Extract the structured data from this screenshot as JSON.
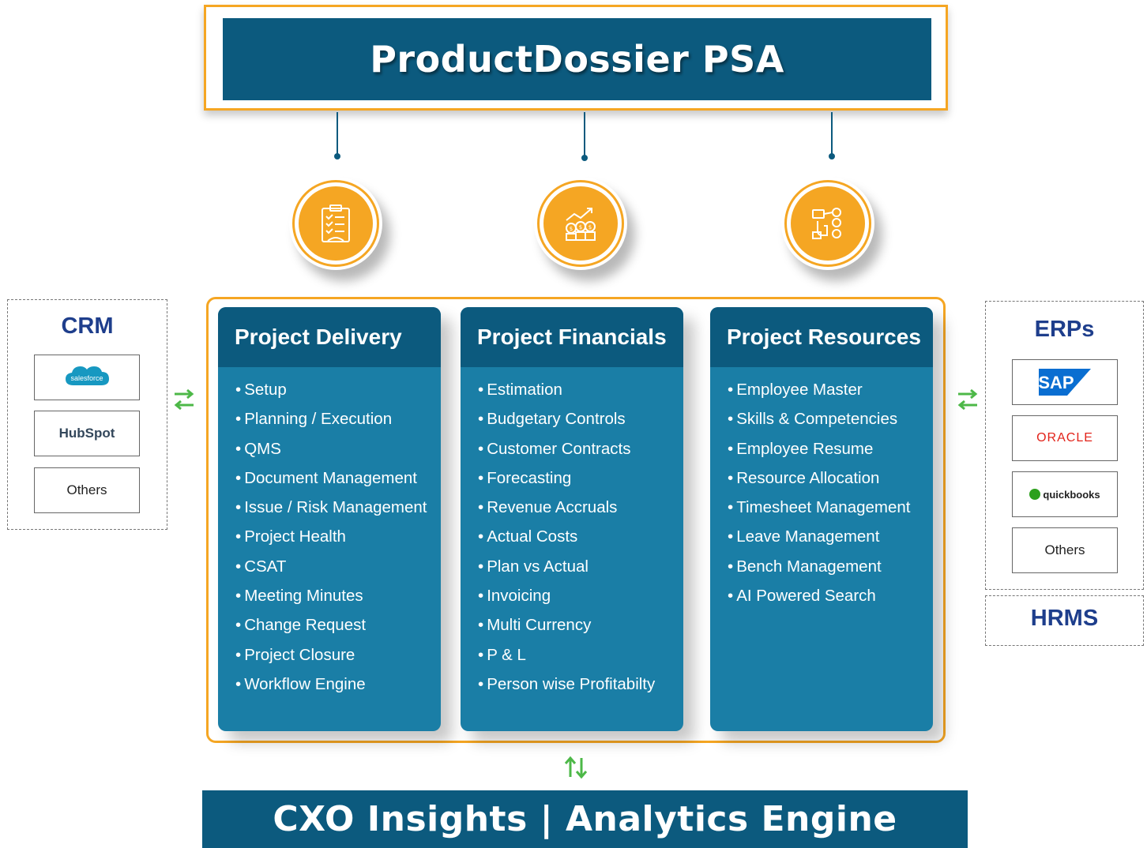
{
  "title": "ProductDossier PSA",
  "modules": [
    {
      "title": "Project Delivery",
      "icon": "checklist-icon",
      "items": [
        "Setup",
        "Planning / Execution",
        "QMS",
        "Document Management",
        "Issue / Risk Management",
        "Project Health",
        "CSAT",
        "Meeting Minutes",
        "Change Request",
        "Project Closure",
        "Workflow Engine"
      ]
    },
    {
      "title": "Project Financials",
      "icon": "financial-growth-icon",
      "items": [
        "Estimation",
        "Budgetary Controls",
        "Customer Contracts",
        "Forecasting",
        "Revenue Accruals",
        "Actual Costs",
        "Plan vs Actual",
        "Invoicing",
        "Multi Currency",
        "P & L",
        "Person wise Profitabilty"
      ]
    },
    {
      "title": "Project Resources",
      "icon": "resource-allocation-icon",
      "items": [
        "Employee Master",
        "Skills & Competencies",
        "Employee Resume",
        "Resource Allocation",
        "Timesheet Management",
        "Leave Management",
        "Bench Management",
        "AI Powered Search"
      ]
    }
  ],
  "crm": {
    "title": "CRM",
    "logos": [
      "salesforce",
      "HubSpot"
    ],
    "others": "Others"
  },
  "erps": {
    "title": "ERPs",
    "logos": [
      "SAP",
      "ORACLE",
      "quickbooks"
    ],
    "others": "Others"
  },
  "hrms": {
    "title": "HRMS"
  },
  "footer": "CXO Insights | Analytics Engine",
  "colors": {
    "navy": "#0C5A7E",
    "teal": "#1A7EA6",
    "orange": "#F5A623",
    "arrow_green": "#4DB848",
    "side_title_blue": "#1E3E8C"
  }
}
